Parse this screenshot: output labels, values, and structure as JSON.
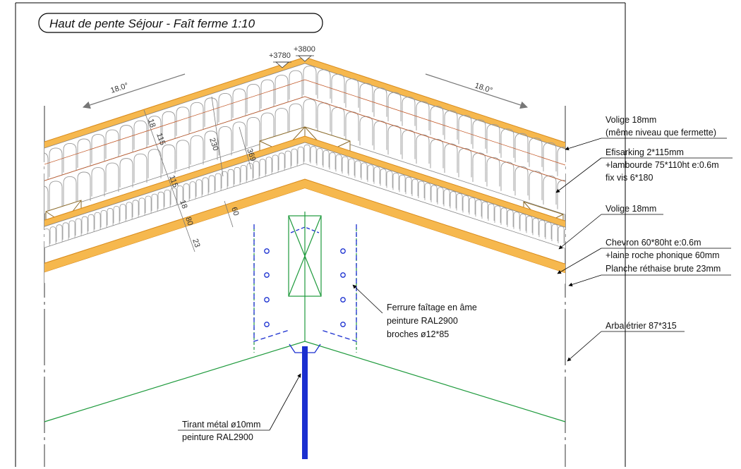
{
  "title": "Haut de pente Séjour - Faît ferme 1:10",
  "levels": {
    "left": "+3780",
    "right": "+3800"
  },
  "slopes": {
    "left": "18.0°",
    "right": "18.0°"
  },
  "dimensions": [
    "18",
    "115",
    "115",
    "18",
    "80",
    "23",
    "230",
    "369",
    "60"
  ],
  "labels": {
    "volige_top_1": "Volige 18mm",
    "volige_top_2": "(même niveau que fermette)",
    "efisarking_1": "Efisarking 2*115mm",
    "efisarking_2": "+lambourde 75*110ht e:0.6m",
    "efisarking_3": "fix vis 6*180",
    "volige_mid": "Volige 18mm",
    "chevron_1": "Chevron 60*80ht e:0.6m",
    "chevron_2": "+laine roche phonique 60mm",
    "chevron_3": "Planche réthaise brute 23mm",
    "arbaletrier": "Arbalétrier 87*315",
    "ferrure_1": "Ferrure faîtage en âme",
    "ferrure_2": "peinture RAL2900",
    "ferrure_3": "broches ø12*85",
    "tirant_1": "Tirant métal ø10mm",
    "tirant_2": "peinture RAL2900"
  },
  "colors": {
    "timber": "#f6b84e",
    "timber_edge": "#d88a1a",
    "insulation": "#9a9a9a",
    "batten": "#8a6a2a",
    "steel": "#1a2fd0",
    "truss": "#1e9a3c",
    "leader": "#000000"
  }
}
